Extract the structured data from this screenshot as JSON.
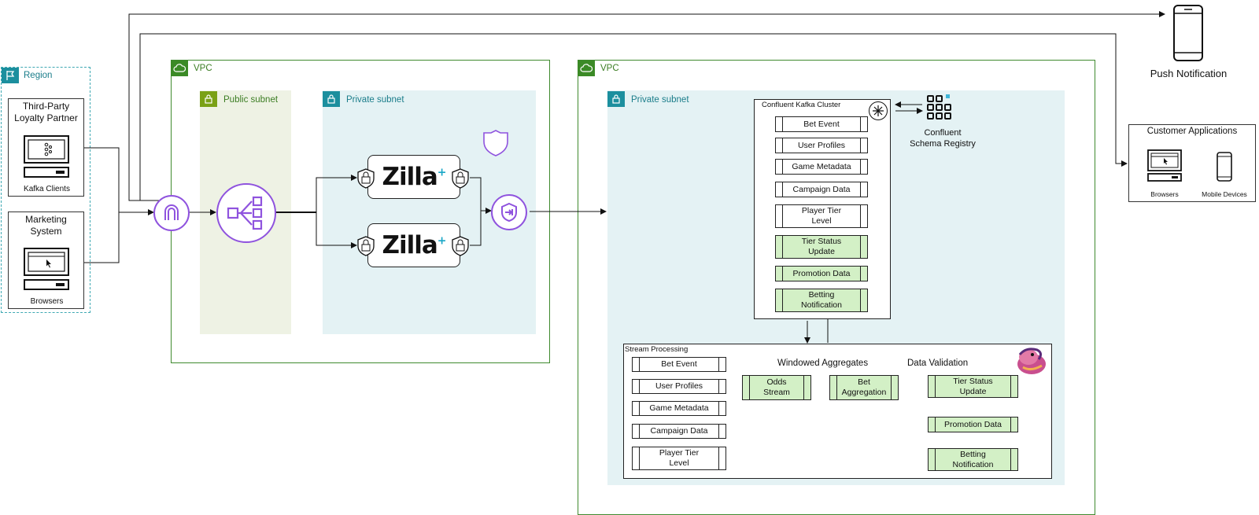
{
  "region": {
    "label": "Region"
  },
  "sources": [
    {
      "title": "Third-Party Loyalty Partner",
      "caption": "Kafka Clients"
    },
    {
      "title": "Marketing System",
      "caption": "Browsers"
    }
  ],
  "vpc_left": {
    "label": "VPC",
    "public_subnet": "Public subnet",
    "private_subnet": "Private subnet"
  },
  "zilla": {
    "name": "Zilla",
    "plus": "+"
  },
  "vpc_right": {
    "label": "VPC",
    "private_subnet": "Private subnet"
  },
  "kafka": {
    "title": "Confluent Kafka Cluster",
    "topics": [
      "Bet Event",
      "User Profiles",
      "Game Metadata",
      "Campaign Data",
      "Player Tier Level",
      "Tier Status Update",
      "Promotion Data",
      "Betting Notification"
    ]
  },
  "schema_registry": {
    "line1": "Confluent",
    "line2": "Schema Registry"
  },
  "stream": {
    "title": "Stream Processing",
    "inputs": [
      "Bet Event",
      "User Profiles",
      "Game Metadata",
      "Campaign Data",
      "Player Tier Level"
    ],
    "windowed_label": "Windowed Aggregates",
    "validation_label": "Data Validation",
    "odds": "Odds Stream",
    "bet_agg": "Bet Aggregation",
    "tier_update": "Tier Status Update",
    "promo": "Promotion Data",
    "betting_notif": "Betting Notification"
  },
  "push": {
    "label": "Push Notification"
  },
  "customer": {
    "title": "Customer Applications",
    "browsers": "Browsers",
    "mobile": "Mobile Devices"
  },
  "colors": {
    "vpc": "#3b8a26",
    "teal": "#1c8f9e",
    "purple": "#8f53de",
    "topic_green": "#d3f0c6",
    "public_subnet": "#eef2e4",
    "private_subnet": "#e4f2f4"
  }
}
